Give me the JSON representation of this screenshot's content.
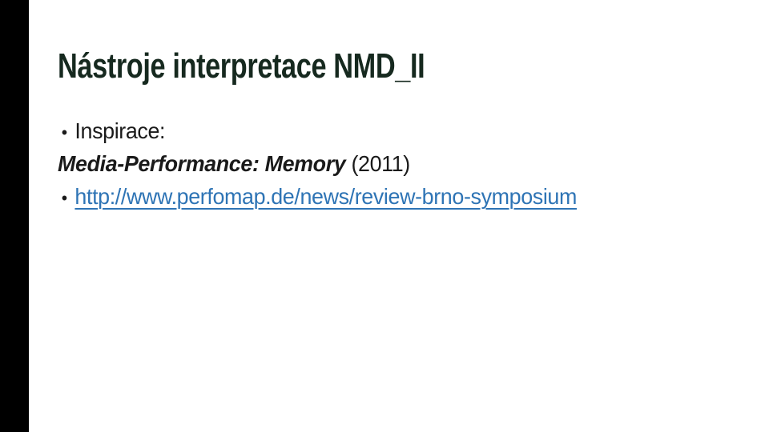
{
  "slide": {
    "background_color": "#ffffff",
    "left_bar_color": "#000000",
    "title": {
      "text": "Nástroje interpretace NMD_II",
      "color": "#16291f"
    },
    "body": {
      "line1": {
        "bullet": "•",
        "text": "Inspirace:"
      },
      "line2": {
        "emphasis": "Media-Performance: Memory",
        "suffix": " (2011)"
      },
      "line3": {
        "bullet": "•",
        "link_text": "http://www.perfomap.de/news/review-brno-symposium",
        "link_color": "#2E74B5",
        "link_href": "http://www.perfomap.de/news/review-brno-symposium"
      }
    }
  }
}
